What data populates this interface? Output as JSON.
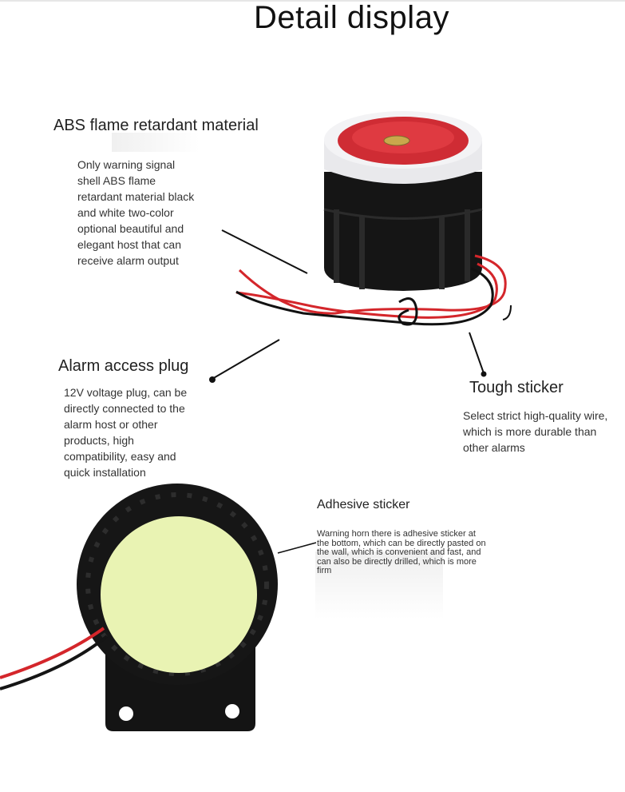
{
  "title": "Detail display",
  "sections": {
    "abs": {
      "heading": "ABS flame retardant material",
      "body": "Only warning signal shell ABS flame retardant material black and white two-color optional beautiful and elegant host that can receive alarm output"
    },
    "plug": {
      "heading": "Alarm access plug",
      "body": "12V voltage plug, can be directly connected to the alarm host or other products, high compatibility, easy and quick installation"
    },
    "tough": {
      "heading": "Tough sticker",
      "body": "Select strict high-quality wire, which is more durable than other alarms"
    },
    "adhesive": {
      "heading": "Adhesive sticker",
      "body": "Warning horn there is adhesive sticker at the bottom, which can be directly pasted on the wall, which is convenient and fast, and can also be directly drilled, which is more firm"
    }
  },
  "colors": {
    "siren_red": "#d8333b",
    "body_black": "#141414",
    "sticker_yellow": "#e9f3b3",
    "wire_red": "#d4262b"
  }
}
